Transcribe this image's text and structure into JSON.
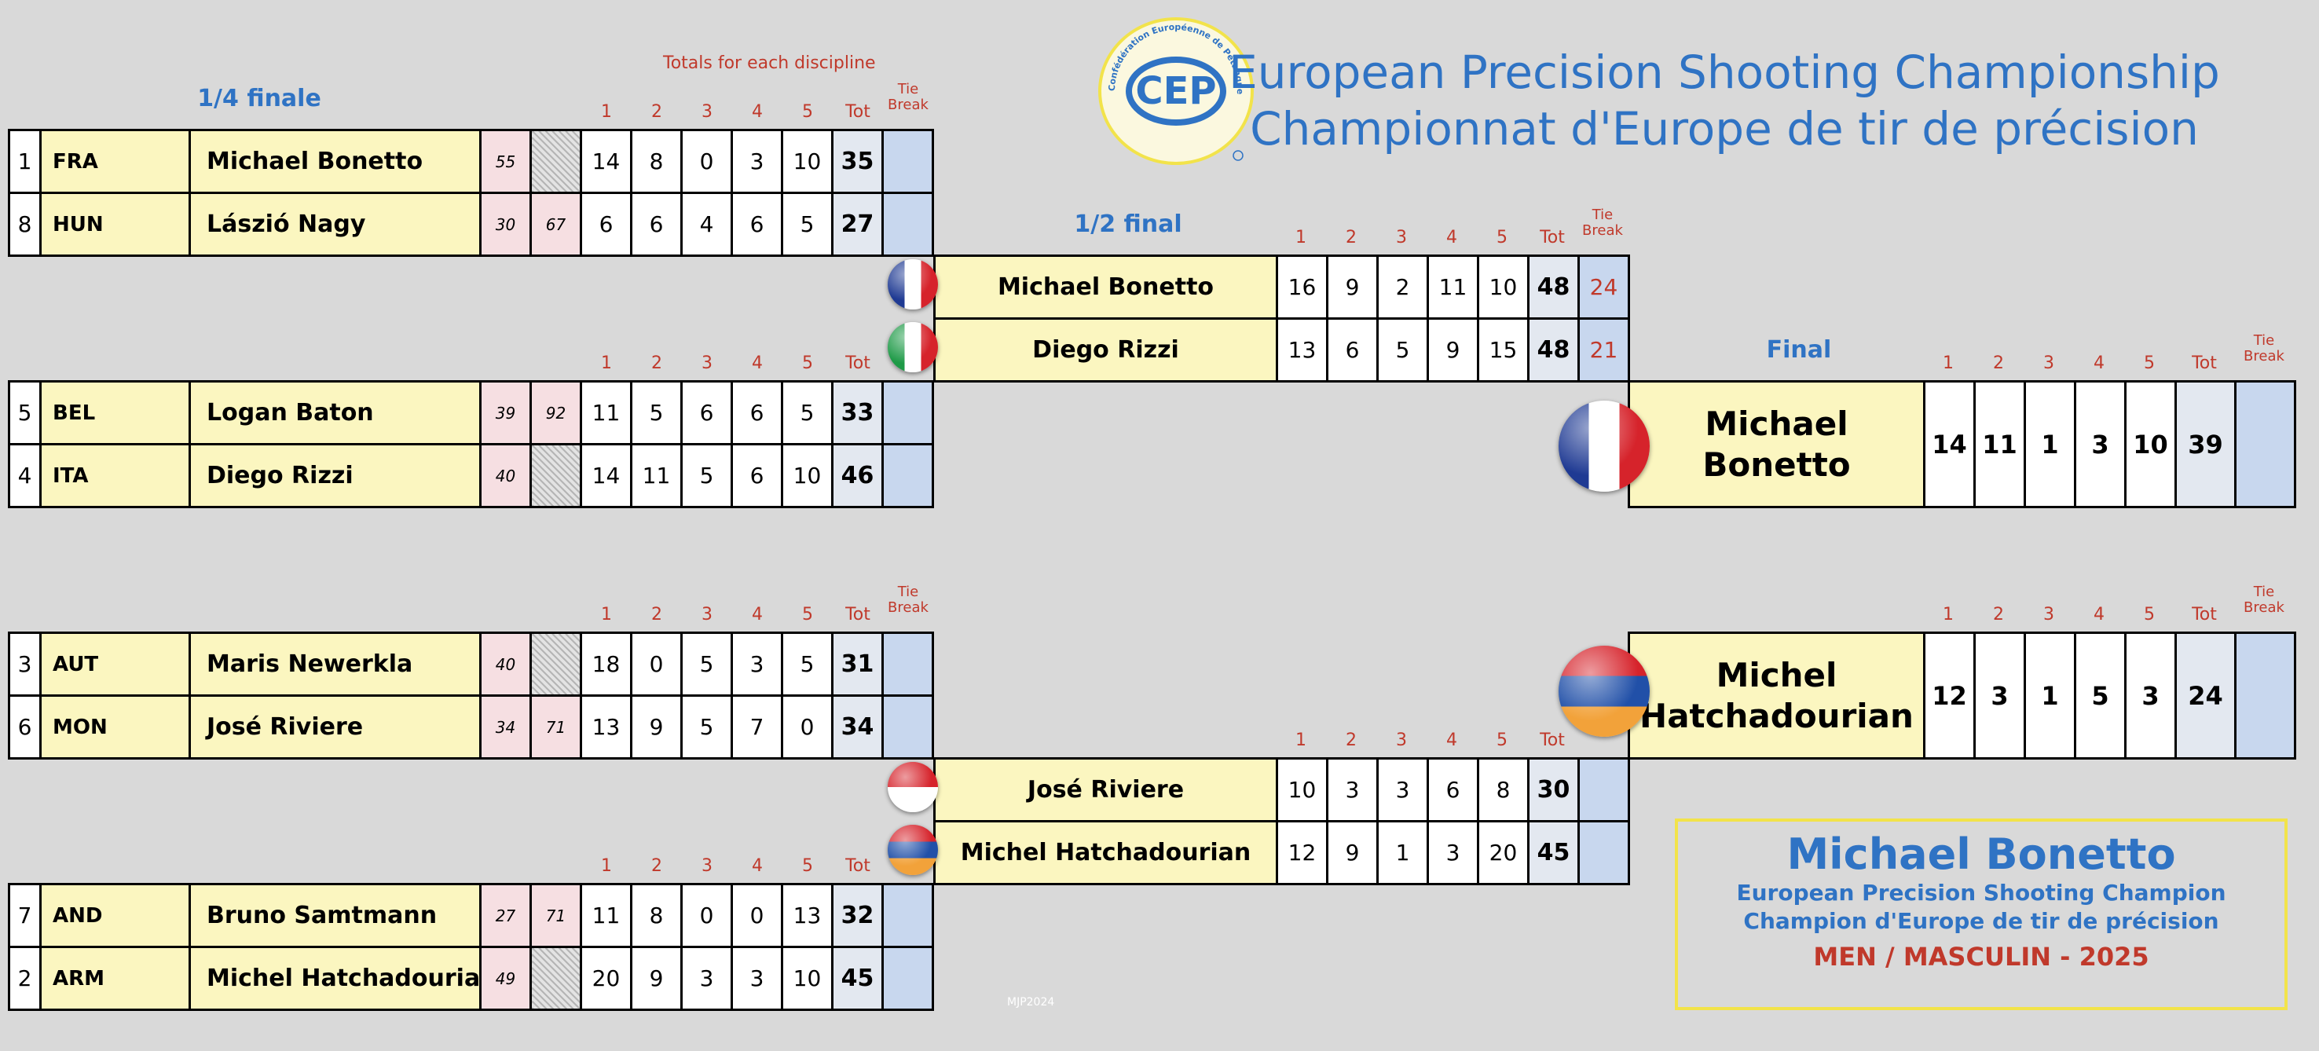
{
  "header": {
    "title_line1": "European Precision Shooting Championship",
    "title_line2": "Championnat d'Europe de tir de précision",
    "totals_caption": "Totals for each discipline",
    "logo_text": "CEP",
    "logo_ring_text": "Confédération Européenne de Pétanque"
  },
  "column_headers": {
    "d1": "1",
    "d2": "2",
    "d3": "3",
    "d4": "4",
    "d5": "5",
    "tot": "Tot",
    "tie_l1": "Tie",
    "tie_l2": "Break"
  },
  "stages": {
    "quarter": "1/4 finale",
    "semi": "1/2 final",
    "final": "Final"
  },
  "quarter_finals": [
    {
      "players": [
        {
          "seed": "1",
          "country": "FRA",
          "name": "Michael Bonetto",
          "rank": "55",
          "rank2": "",
          "scores": [
            "14",
            "8",
            "0",
            "3",
            "10"
          ],
          "total": "35",
          "tie": ""
        },
        {
          "seed": "8",
          "country": "HUN",
          "name": "Lászió Nagy",
          "rank": "30",
          "rank2": "67",
          "scores": [
            "6",
            "6",
            "4",
            "6",
            "5"
          ],
          "total": "27",
          "tie": ""
        }
      ]
    },
    {
      "players": [
        {
          "seed": "5",
          "country": "BEL",
          "name": "Logan Baton",
          "rank": "39",
          "rank2": "92",
          "scores": [
            "11",
            "5",
            "6",
            "6",
            "5"
          ],
          "total": "33",
          "tie": ""
        },
        {
          "seed": "4",
          "country": "ITA",
          "name": "Diego Rizzi",
          "rank": "40",
          "rank2": "",
          "scores": [
            "14",
            "11",
            "5",
            "6",
            "10"
          ],
          "total": "46",
          "tie": ""
        }
      ]
    },
    {
      "players": [
        {
          "seed": "3",
          "country": "AUT",
          "name": "Maris Newerkla",
          "rank": "40",
          "rank2": "",
          "scores": [
            "18",
            "0",
            "5",
            "3",
            "5"
          ],
          "total": "31",
          "tie": ""
        },
        {
          "seed": "6",
          "country": "MON",
          "name": "José Riviere",
          "rank": "34",
          "rank2": "71",
          "scores": [
            "13",
            "9",
            "5",
            "7",
            "0"
          ],
          "total": "34",
          "tie": ""
        }
      ]
    },
    {
      "players": [
        {
          "seed": "7",
          "country": "AND",
          "name": "Bruno Samtmann",
          "rank": "27",
          "rank2": "71",
          "scores": [
            "11",
            "8",
            "0",
            "0",
            "13"
          ],
          "total": "32",
          "tie": ""
        },
        {
          "seed": "2",
          "country": "ARM",
          "name": "Michel Hatchadourian",
          "rank": "49",
          "rank2": "",
          "scores": [
            "20",
            "9",
            "3",
            "3",
            "10"
          ],
          "total": "45",
          "tie": ""
        }
      ]
    }
  ],
  "semi_finals": [
    {
      "players": [
        {
          "name": "Michael Bonetto",
          "scores": [
            "16",
            "9",
            "2",
            "11",
            "10"
          ],
          "total": "48",
          "tie": "24",
          "flag": "france-flag"
        },
        {
          "name": "Diego Rizzi",
          "scores": [
            "13",
            "6",
            "5",
            "9",
            "15"
          ],
          "total": "48",
          "tie": "21",
          "flag": "italy-flag"
        }
      ]
    },
    {
      "players": [
        {
          "name": "José Riviere",
          "scores": [
            "10",
            "3",
            "3",
            "6",
            "8"
          ],
          "total": "30",
          "tie": "",
          "flag": "monaco-flag"
        },
        {
          "name": "Michel Hatchadourian",
          "scores": [
            "12",
            "9",
            "1",
            "3",
            "20"
          ],
          "total": "45",
          "tie": "",
          "flag": "armenia-flag"
        }
      ]
    }
  ],
  "final": [
    {
      "name": "Michael Bonetto",
      "scores": [
        "14",
        "11",
        "1",
        "3",
        "10"
      ],
      "total": "39",
      "tie": "",
      "flag": "france-flag"
    },
    {
      "name": "Michel Hatchadourian",
      "scores": [
        "12",
        "3",
        "1",
        "5",
        "3"
      ],
      "total": "24",
      "tie": "",
      "flag": "armenia-flag"
    }
  ],
  "champion": {
    "name": "Michael Bonetto",
    "title_en": "European Precision Shooting Champion",
    "title_fr": "Champion d'Europe de tir de précision",
    "category": "MEN / MASCULIN - 2025"
  },
  "footer": {
    "copyright": "MJP2024"
  },
  "colors": {
    "accent_blue": "#2f73c4",
    "accent_red": "#c0392b",
    "name_cell": "#fbf6c0",
    "tie_cell": "#c8d7ee"
  }
}
